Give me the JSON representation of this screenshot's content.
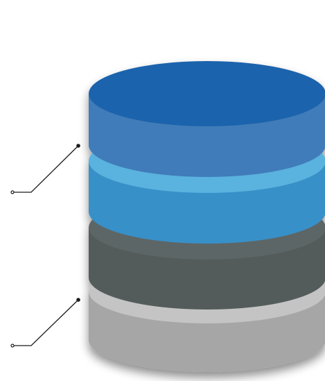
{
  "diagram": {
    "type": "stacked-cylinder",
    "layers": [
      {
        "id": "layer-1",
        "side_color": "#417bb9",
        "rim_color": "#1f64ad",
        "top_color": "#1f64ad"
      },
      {
        "id": "layer-2",
        "side_color": "#3890c8",
        "rim_color": "#5ab2de"
      },
      {
        "id": "layer-3",
        "side_color": "#525b5a",
        "rim_color": "#5d6666"
      },
      {
        "id": "layer-4",
        "side_color": "#a6a6a6",
        "rim_color": "#c4c4c4"
      }
    ],
    "callouts": [
      {
        "id": "callout-upper",
        "color": "#1a1a1a"
      },
      {
        "id": "callout-lower",
        "color": "#1a1a1a"
      }
    ]
  }
}
